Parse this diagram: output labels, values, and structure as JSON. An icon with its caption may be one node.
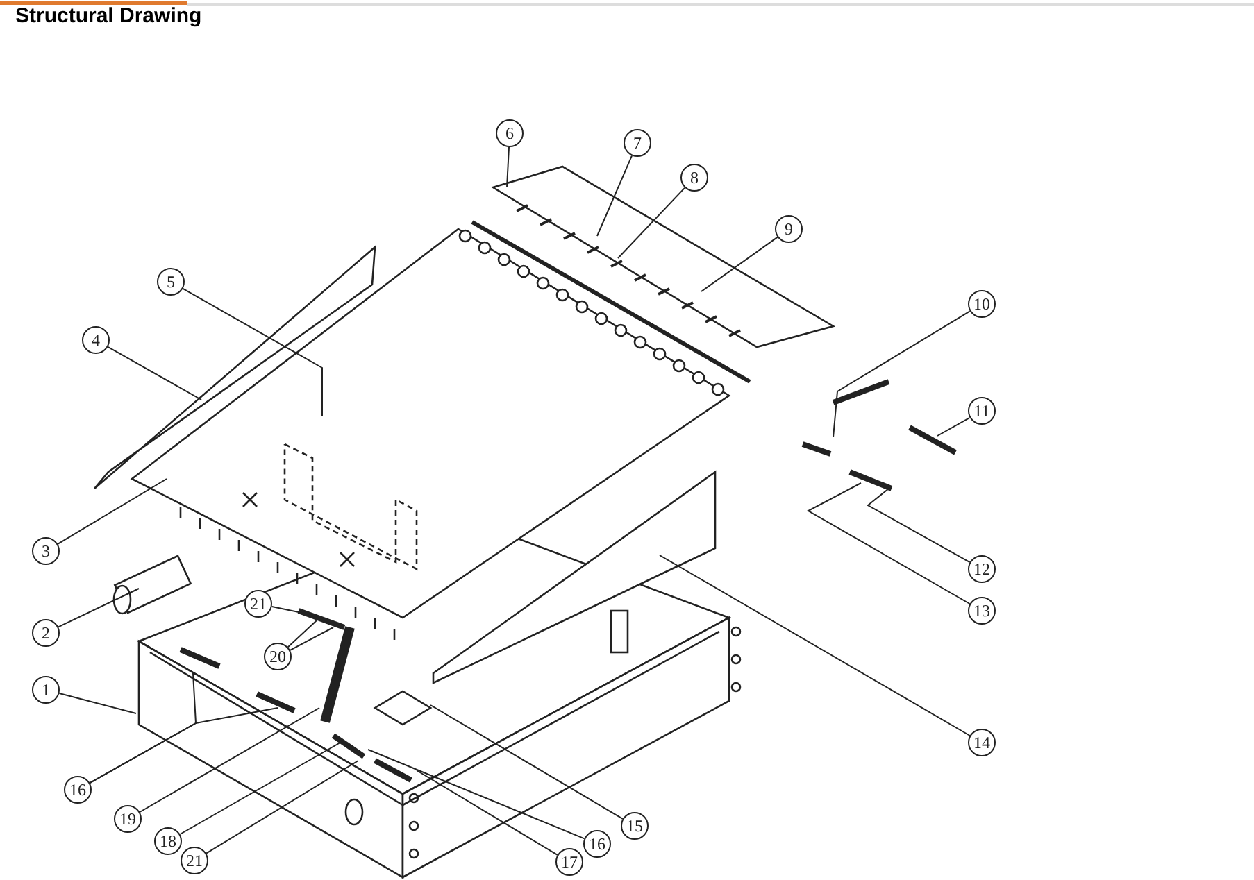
{
  "diagram": {
    "title": "Structural Drawing",
    "nodes": [
      {
        "text": [
          "6"
        ]
      },
      {
        "text": [
          "7"
        ]
      },
      {
        "text": [
          "8"
        ]
      },
      {
        "text": [
          "9"
        ]
      },
      {
        "text": [
          "5"
        ]
      },
      {
        "text": [
          "10"
        ]
      },
      {
        "text": [
          "4"
        ]
      },
      {
        "text": [
          "11"
        ]
      },
      {
        "text": [
          "3"
        ]
      },
      {
        "text": [
          "12"
        ]
      },
      {
        "text": [
          "21"
        ]
      },
      {
        "text": [
          "13"
        ]
      },
      {
        "text": [
          "2"
        ]
      },
      {
        "text": [
          "20"
        ]
      },
      {
        "text": [
          "1"
        ]
      },
      {
        "text": [
          "14"
        ]
      },
      {
        "text": [
          "16"
        ]
      },
      {
        "text": [
          "19"
        ]
      },
      {
        "text": [
          "15"
        ]
      },
      {
        "text": [
          "18"
        ]
      },
      {
        "text": [
          "16"
        ]
      },
      {
        "text": [
          "21"
        ]
      },
      {
        "text": [
          "17"
        ]
      }
    ],
    "edges": [
      {
        "from": 0,
        "to": null,
        "arrow": "none"
      },
      {
        "from": 1,
        "to": null,
        "arrow": "none"
      },
      {
        "from": 2,
        "to": null,
        "arrow": "none"
      },
      {
        "from": 3,
        "to": null,
        "arrow": "none"
      },
      {
        "from": 4,
        "to": null,
        "arrow": "none"
      },
      {
        "from": 5,
        "to": null,
        "arrow": "none"
      },
      {
        "from": 6,
        "to": null,
        "arrow": "none"
      },
      {
        "from": 7,
        "to": null,
        "arrow": "none"
      },
      {
        "from": 8,
        "to": null,
        "arrow": "none"
      },
      {
        "from": 9,
        "to": null,
        "arrow": "none"
      },
      {
        "from": 10,
        "to": null,
        "arrow": "none"
      },
      {
        "from": 11,
        "to": null,
        "arrow": "none"
      },
      {
        "from": 12,
        "to": null,
        "arrow": "none"
      },
      {
        "from": 13,
        "to": null,
        "arrow": "none"
      },
      {
        "from": 13,
        "to": null,
        "arrow": "none"
      },
      {
        "from": 14,
        "to": null,
        "arrow": "none"
      },
      {
        "from": 15,
        "to": null,
        "arrow": "none"
      },
      {
        "from": 16,
        "to": null,
        "arrow": "none"
      },
      {
        "from": 16,
        "to": null,
        "arrow": "none"
      },
      {
        "from": 17,
        "to": null,
        "arrow": "none"
      },
      {
        "from": 18,
        "to": null,
        "arrow": "none"
      },
      {
        "from": 19,
        "to": null,
        "arrow": "none"
      },
      {
        "from": 20,
        "to": null,
        "arrow": "none"
      },
      {
        "from": 21,
        "to": null,
        "arrow": "none"
      },
      {
        "from": 22,
        "to": null,
        "arrow": "none"
      }
    ]
  }
}
